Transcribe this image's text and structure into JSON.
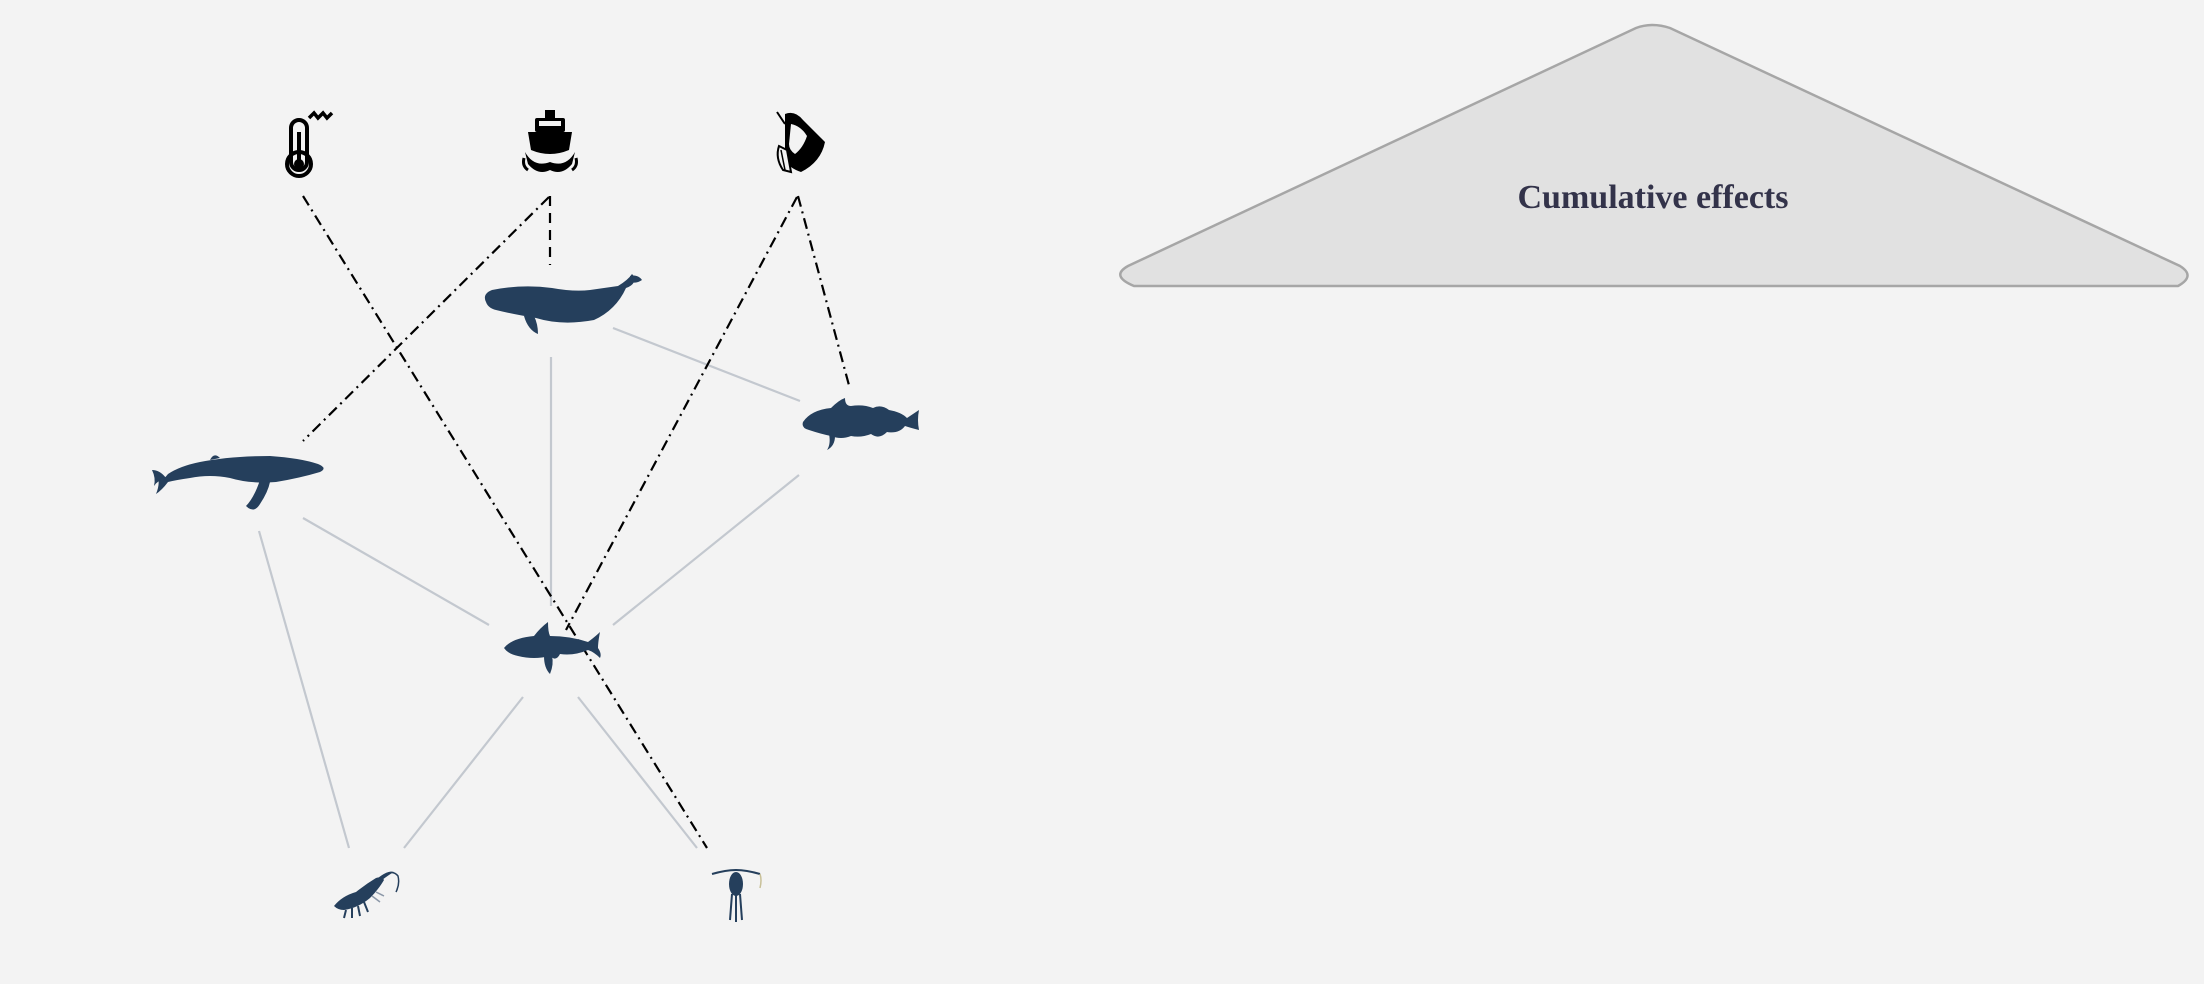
{
  "banner": {
    "title": "Cumulative effects"
  },
  "colors": {
    "background": "#f3f3f3",
    "species": "#253f5c",
    "stressor": "#000000",
    "food_web_link": "#c3c8cf",
    "stressor_link": "#000000",
    "banner_fill": "#e1e1e1",
    "banner_stroke": "#a6a6a6",
    "title": "#33334a"
  },
  "stressors": [
    {
      "id": "temperature",
      "icon": "thermometer-icon"
    },
    {
      "id": "shipping",
      "icon": "ship-icon"
    },
    {
      "id": "fishing",
      "icon": "fishing-net-icon"
    }
  ],
  "species": [
    {
      "id": "beluga",
      "icon": "beluga-whale-icon"
    },
    {
      "id": "humpback",
      "icon": "humpback-whale-icon"
    },
    {
      "id": "cod",
      "icon": "cod-icon"
    },
    {
      "id": "capelin",
      "icon": "capelin-fish-icon"
    },
    {
      "id": "krill",
      "icon": "krill-icon"
    },
    {
      "id": "copepod",
      "icon": "copepod-icon"
    }
  ],
  "food_web_links": [
    {
      "from": "beluga",
      "to": "cod"
    },
    {
      "from": "beluga",
      "to": "capelin"
    },
    {
      "from": "humpback",
      "to": "capelin"
    },
    {
      "from": "humpback",
      "to": "krill"
    },
    {
      "from": "cod",
      "to": "capelin"
    },
    {
      "from": "capelin",
      "to": "krill"
    },
    {
      "from": "capelin",
      "to": "copepod"
    }
  ],
  "stressor_links": [
    {
      "from": "temperature",
      "to": "copepod"
    },
    {
      "from": "shipping",
      "to": "beluga"
    },
    {
      "from": "shipping",
      "to": "humpback"
    },
    {
      "from": "fishing",
      "to": "cod"
    },
    {
      "from": "fishing",
      "to": "capelin"
    }
  ]
}
